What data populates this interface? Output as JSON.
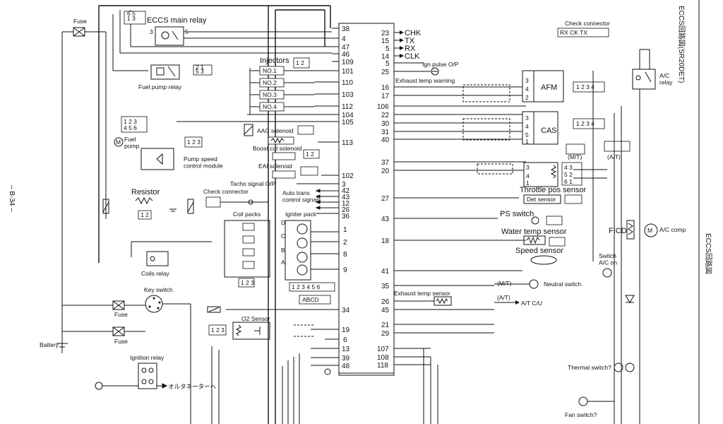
{
  "labels": {
    "fuse_top": "Fuse",
    "eccs_main_relay": "ECCS main relay",
    "fuel_pump_relay": "Fuel pump relay",
    "fuel_pump": "Fuel\npump",
    "pump_speed_module": "Pump speed\ncontrol module",
    "resistor": "Resistor",
    "check_connector_mid": "Check connector",
    "coil_packs": "Coil packs",
    "igniter_pack": "Igniter pack",
    "coils_relay": "Coils relay",
    "key_switch": "Key switch",
    "fuse_a": "Fuse",
    "fuse_b": "Fuse",
    "battery": "Battery",
    "ignition_relay": "Ignition relay",
    "injectors": "Injectors",
    "aac_solenoid": "AAC solenoid",
    "boost_cut_solenoid": "Boost cut solenoid",
    "eai_solenoid": "EAI solenoid",
    "tacho_signal": "Tacho signal O/P",
    "auto_trans": "Auto trans\ncontrol signals",
    "o2_sensor": "O2 Sensor",
    "chk": "CHK",
    "tx": "TX",
    "rx": "RX",
    "clk": "CLK",
    "ign_pulse": "Ign pulse O/P",
    "exhaust_temp_warning": "Exhaust temp warning",
    "afm": "AFM",
    "cas": "CAS",
    "throttle_pos_sensor": "Throttle pos sensor",
    "det_sensor": "Det sensor",
    "ps_switch": "PS switch",
    "water_temp_sensor": "Water temp sensor",
    "speed_sensor": "Speed sensor",
    "exhaust_temp_sensor": "Exhaust temp sensor",
    "mt": "(M/T)",
    "at": "(A/T)",
    "neutral_switch": "Neutral switch",
    "at_cu": "A/T C/U",
    "check_connector_top": "Check connector",
    "ac_relay": "A/C\nrelay",
    "ficd": "FICD",
    "ac_comp": "A/C comp",
    "switch_ac_on": "Switch\nA/C on",
    "thermal_switch": "Thermal switch?",
    "fan_switch": "Fan switch?",
    "mt2": "(M/T)",
    "at2": "(A/T)",
    "inj_no1": "NO.1",
    "inj_no2": "NO.2",
    "inj_no3": "NO.3",
    "inj_no4": "NO.4",
    "abcd": "ABCD",
    "japanese_note": "オルタネーターへ",
    "side_title": "ECCS回路図(SR20DET)",
    "side_page": "– B-34 –",
    "side_lower": "ECCS回路図"
  },
  "ecu_pins_left": [
    "38",
    "4",
    "47",
    "46",
    "109",
    "101",
    "110",
    "103",
    "112",
    "104",
    "105",
    "113",
    "102",
    "3",
    "42",
    "43",
    "12",
    "26",
    "36",
    "1",
    "2",
    "8",
    "9",
    "34",
    "19",
    "6",
    "13",
    "39",
    "48"
  ],
  "ecu_pins_right": [
    "23",
    "15",
    "5",
    "14",
    "25",
    "16",
    "17",
    "106",
    "22",
    "30",
    "31",
    "40",
    "37",
    "20",
    "27",
    "43",
    "18",
    "35",
    "41",
    "26",
    "45",
    "21",
    "29",
    "107",
    "108",
    "118"
  ]
}
